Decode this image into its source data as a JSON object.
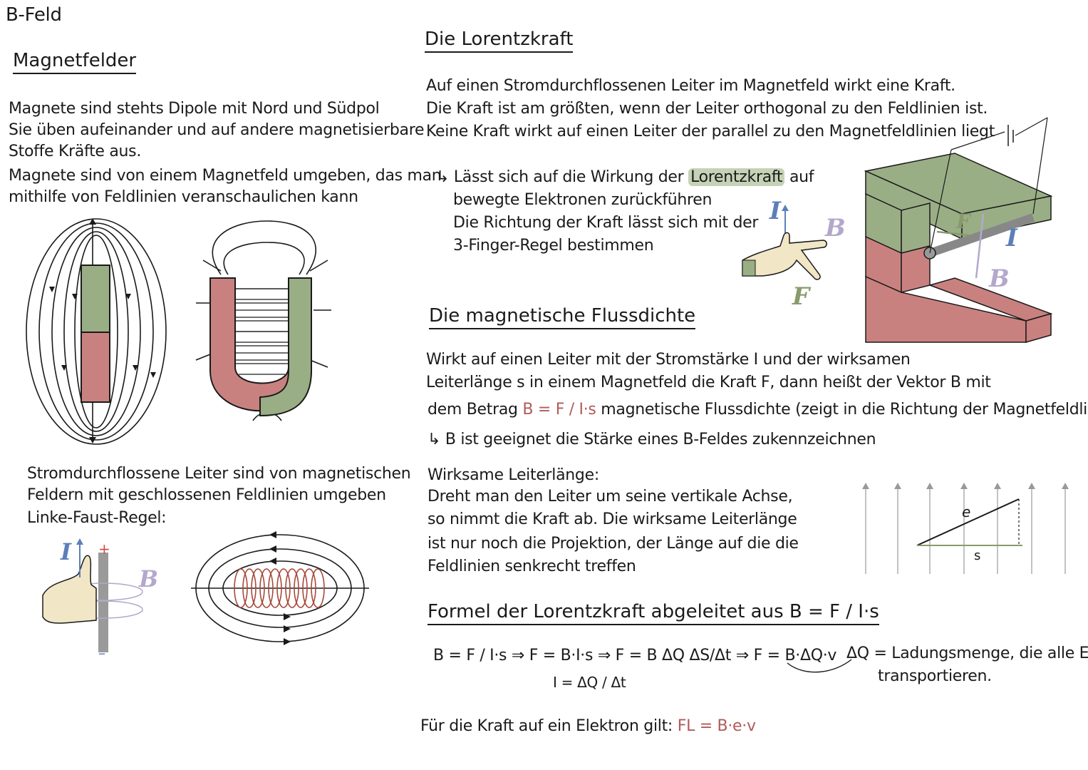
{
  "page_title": "B-Feld",
  "left": {
    "heading": "Magnetfelder",
    "para1": [
      "Magnete sind stehts Dipole mit Nord und Südpol",
      "Sie üben aufeinander und auf andere magnetisierbare",
      "Stoffe Kräfte aus.",
      "Magnete sind von einem Magnetfeld umgeben, das man",
      "mithilfe von Feldlinien veranschaulichen kann"
    ],
    "para2": [
      "Stromdurchflossene Leiter sind von magnetischen",
      "Feldern mit geschlossenen Feldlinien umgeben",
      "Linke-Faust-Regel:"
    ],
    "fist_labels": {
      "i": "I",
      "plus": "+",
      "b": "B",
      "minus": "–"
    }
  },
  "lorentz": {
    "heading": "Die Lorentzkraft",
    "para": [
      "Auf einen Stromdurchflossenen Leiter im Magnetfeld wirkt eine Kraft.",
      "Die Kraft ist am größten, wenn der Leiter orthogonal zu den Feldlinien ist.",
      "Keine Kraft wirkt auf einen Leiter der parallel zu den Magnetfeldlinien liegt"
    ],
    "arrow_line_pre": "↳ Lässt sich auf die Wirkung der ",
    "arrow_line_hl": "Lorentzkraft",
    "arrow_line_post": " auf",
    "sub": [
      "bewegte Elektronen zurückführen",
      "Die Richtung der Kraft lässt sich mit der",
      "3-Finger-Regel bestimmen"
    ],
    "hand_labels": {
      "i": "I",
      "b": "B",
      "f": "F"
    },
    "apparatus_labels": {
      "f": "F",
      "i": "I",
      "b": "B"
    }
  },
  "flux": {
    "heading": "Die magnetische Flussdichte",
    "line1": "Wirkt auf einen Leiter mit der Stromstärke I und der wirksamen",
    "line2": "Leiterlänge s in einem Magnetfeld die Kraft F, dann heißt der Vektor B mit",
    "line3_pre": "dem Betrag ",
    "formula": "B = F / I·s",
    "line3_post": " magnetische Flussdichte (zeigt in die Richtung der Magnetfeldlinien)",
    "line4": "↳ B ist geeignet die Stärke eines B-Feldes zukennzeichnen",
    "eff_heading": "Wirksame Leiterlänge:",
    "eff": [
      "Dreht man den Leiter um seine vertikale Achse,",
      "so nimmt die Kraft ab. Die wirksame Leiterlänge",
      "ist nur noch die Projektion, der Länge auf die die",
      "Feldlinien senkrecht treffen"
    ],
    "proj_labels": {
      "l": "e",
      "s": "s"
    }
  },
  "formula_section": {
    "heading": "Formel der Lorentzkraft abgeleitet aus B = F / I·s",
    "derivation": "B = F / I·s  ⇒  F = B·I·s  ⇒  F = B ΔQ ΔS/Δt  ⇒  F = B·ΔQ·v",
    "current_def": "I = ΔQ / Δt",
    "dq_note_1": "ΔQ = Ladungsmenge, die alle Elekt.",
    "dq_note_2": "transportieren.",
    "electron_pre": "Für die Kraft auf ein Elektron gilt: ",
    "electron_formula": "FL = B·e·v"
  },
  "colors": {
    "green": "#9aae86",
    "red": "#c98180",
    "lavender": "#b3a8cc",
    "olive": "#8a9a6c",
    "blue": "#5b7fb8"
  }
}
